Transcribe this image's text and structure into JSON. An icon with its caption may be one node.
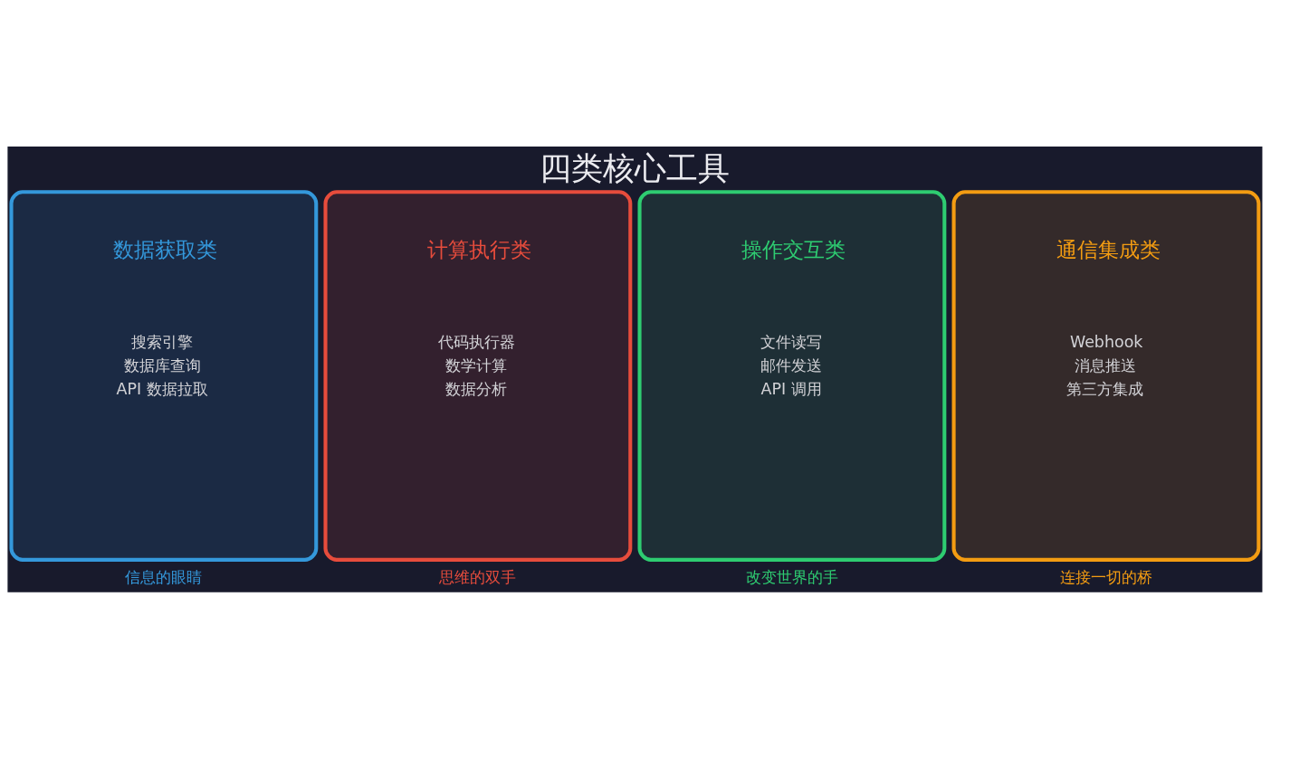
{
  "diagram": {
    "title": "四类核心工具",
    "nodes": [
      {
        "text": [
          "数据获取类",
          "搜索引擎",
          "数据库查询",
          "API 数据拉取"
        ],
        "beside": [
          "信息的眼睛"
        ]
      },
      {
        "text": [
          "计算执行类",
          "代码执行器",
          "数学计算",
          "数据分析"
        ],
        "beside": [
          "思维的双手"
        ]
      },
      {
        "text": [
          "操作交互类",
          "文件读写",
          "邮件发送",
          "API 调用"
        ],
        "beside": [
          "改变世界的手"
        ]
      },
      {
        "text": [
          "通信集成类",
          "Webhook",
          "消息推送",
          "第三方集成"
        ],
        "beside": [
          "连接一切的桥"
        ]
      }
    ],
    "edges": []
  }
}
